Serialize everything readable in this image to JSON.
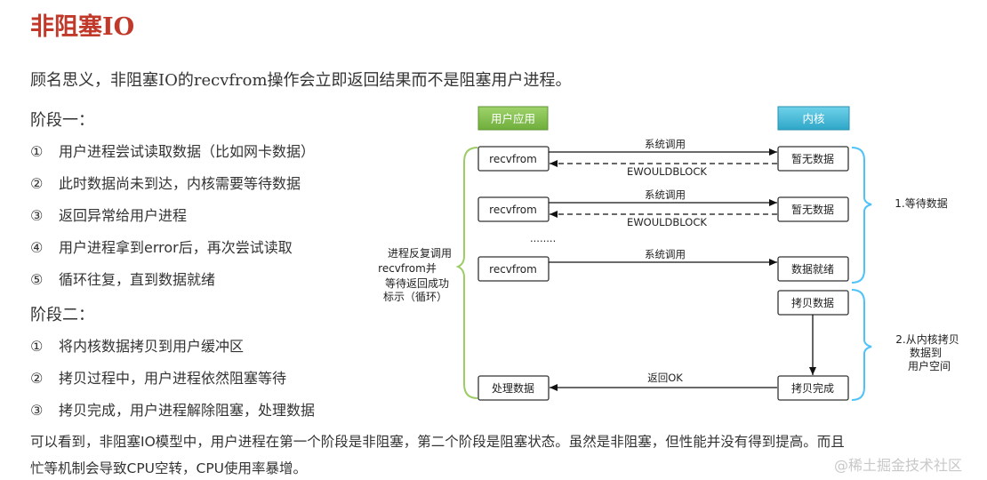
{
  "title": "非阻塞IO",
  "intro": "顾名思义，非阻塞IO的recvfrom操作会立即返回结果而不是阻塞用户进程。",
  "phase1": {
    "heading": "阶段一：",
    "steps": [
      {
        "num": "①",
        "text": "用户进程尝试读取数据（比如网卡数据）"
      },
      {
        "num": "②",
        "text": "此时数据尚未到达，内核需要等待数据"
      },
      {
        "num": "③",
        "text": "返回异常给用户进程"
      },
      {
        "num": "④",
        "text": "用户进程拿到error后，再次尝试读取"
      },
      {
        "num": "⑤",
        "text": "循环往复，直到数据就绪"
      }
    ]
  },
  "phase2": {
    "heading": "阶段二：",
    "steps": [
      {
        "num": "①",
        "text": "将内核数据拷贝到用户缓冲区"
      },
      {
        "num": "②",
        "text": "拷贝过程中，用户进程依然阻塞等待"
      },
      {
        "num": "③",
        "text": "拷贝完成，用户进程解除阻塞，处理数据"
      }
    ]
  },
  "conclusion": [
    "可以看到，非阻塞IO模型中，用户进程在第一个阶段是非阻塞，第二个阶段是阻塞状态。虽然是非阻塞，但性能并没有得到提高。而且",
    "忙等机制会导致CPU空转，CPU使用率暴增。"
  ],
  "diagram": {
    "user_header": "用户应用",
    "kernel_header": "内核",
    "user_boxes": [
      "recvfrom",
      "recvfrom",
      "recvfrom",
      "处理数据"
    ],
    "kernel_boxes": [
      "暂无数据",
      "暂无数据",
      "数据就绪",
      "拷贝数据",
      "拷贝完成"
    ],
    "syscall_label": "系统调用",
    "error_label": "EWOULDBLOCK",
    "ellipsis": "........",
    "return_label": "返回OK",
    "left_note": [
      "进程反复调用",
      "recvfrom并",
      "等待返回成功",
      "标示（循环）"
    ],
    "stage1_note": [
      "1.等待数据"
    ],
    "stage2_note": [
      "2.从内核拷贝",
      "数据到",
      "用户空间"
    ],
    "colors": {
      "user_header": "#7ab648",
      "kernel_header": "#3fb0d0",
      "green_brace": "#9ccc65",
      "blue_brace": "#4fc3f7",
      "title": "#c0392b"
    }
  },
  "watermark": "@稀土掘金技术社区"
}
